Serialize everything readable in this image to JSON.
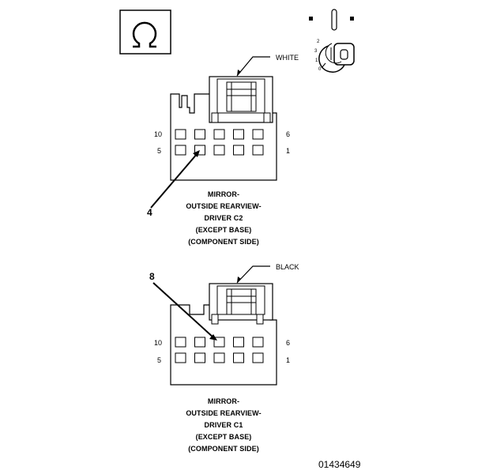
{
  "connector_c2": {
    "wire_color": "WHITE",
    "pin_top_left": "10",
    "pin_top_right": "6",
    "pin_bottom_left": "5",
    "pin_bottom_right": "1",
    "callout": "4",
    "label": [
      "MIRROR-",
      "OUTSIDE REARVIEW-",
      "DRIVER C2",
      "(EXCEPT BASE)",
      "(COMPONENT SIDE)"
    ]
  },
  "connector_c1": {
    "wire_color": "BLACK",
    "pin_top_left": "10",
    "pin_top_right": "6",
    "pin_bottom_left": "5",
    "pin_bottom_right": "1",
    "callout": "8",
    "label": [
      "MIRROR-",
      "OUTSIDE REARVIEW-",
      "DRIVER C1",
      "(EXCEPT BASE)",
      "(COMPONENT SIDE)"
    ]
  },
  "key_switch": {
    "positions": [
      "2",
      "3",
      "1",
      "0"
    ]
  },
  "document_id": "01434649"
}
